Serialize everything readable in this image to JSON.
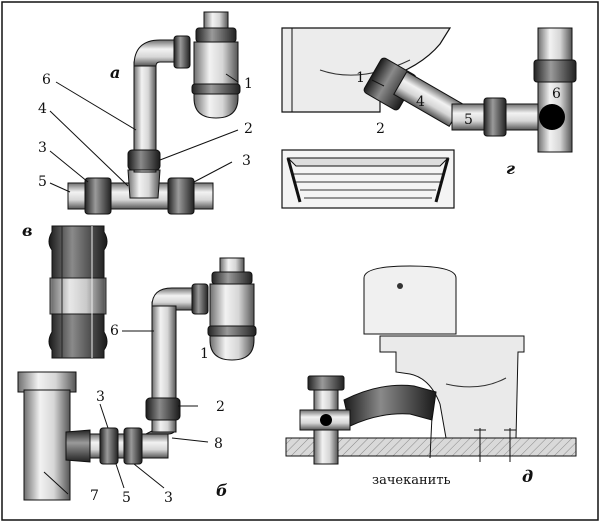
{
  "panels": {
    "a": "а",
    "b": "б",
    "v": "в",
    "g": "г",
    "d": "д"
  },
  "callouts_a": [
    "1",
    "2",
    "3",
    "3",
    "4",
    "5",
    "6"
  ],
  "callouts_b": [
    "1",
    "2",
    "3",
    "3",
    "5",
    "6",
    "7",
    "8"
  ],
  "callouts_g": [
    "1",
    "2",
    "4",
    "5",
    "6"
  ],
  "caption_d": "зачеканить",
  "colors": {
    "ink": "#111111",
    "pipe_light": "#e6e6e6",
    "pipe_mid": "#9a9a9a",
    "pipe_dark": "#3a3a3a",
    "floor": "#cfcfcf"
  }
}
